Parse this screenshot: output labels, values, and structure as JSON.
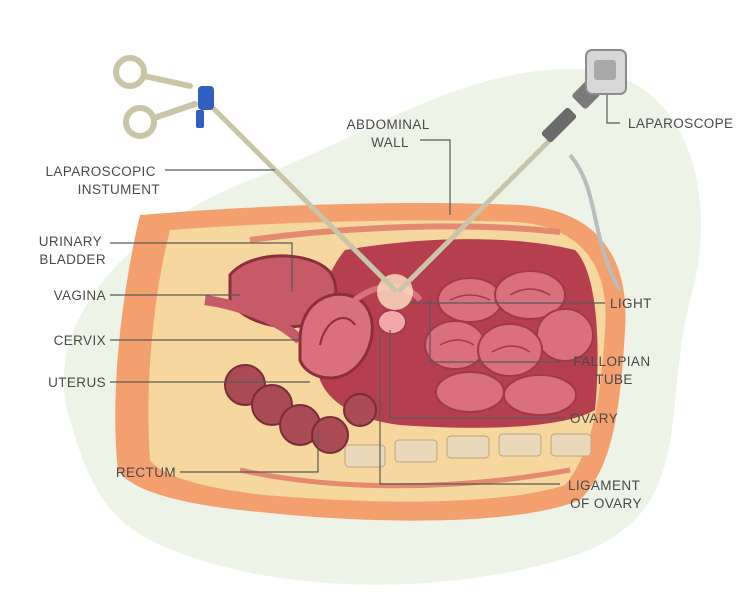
{
  "labels": {
    "laparoscopic_instrument": [
      "LAPAROSCOPIC",
      "INSTUMENT"
    ],
    "abdominal_wall": [
      "ABDOMINAL",
      "WALL"
    ],
    "laparoscope": "LAPAROSCOPE",
    "urinary_bladder": [
      "URINARY",
      "BLADDER"
    ],
    "vagina": "VAGINA",
    "cervix": "CERVIX",
    "uterus": "UTERUS",
    "rectum": "RECTUM",
    "light": "LIGHT",
    "fallopian_tube": [
      "FALLOPIAN",
      "TUBE"
    ],
    "ovary": "OVARY",
    "ligament_of_ovary": [
      "LIGAMENT",
      "OF OVARY"
    ]
  },
  "colors": {
    "backdrop": "#eef3e7",
    "skin": "#f3a06e",
    "fat": "#f6d79d",
    "cavity": "#b53f4e",
    "organ": "#d9707b",
    "instrument": "#c9c5a8",
    "handle_blue": "#2f5fbf"
  }
}
